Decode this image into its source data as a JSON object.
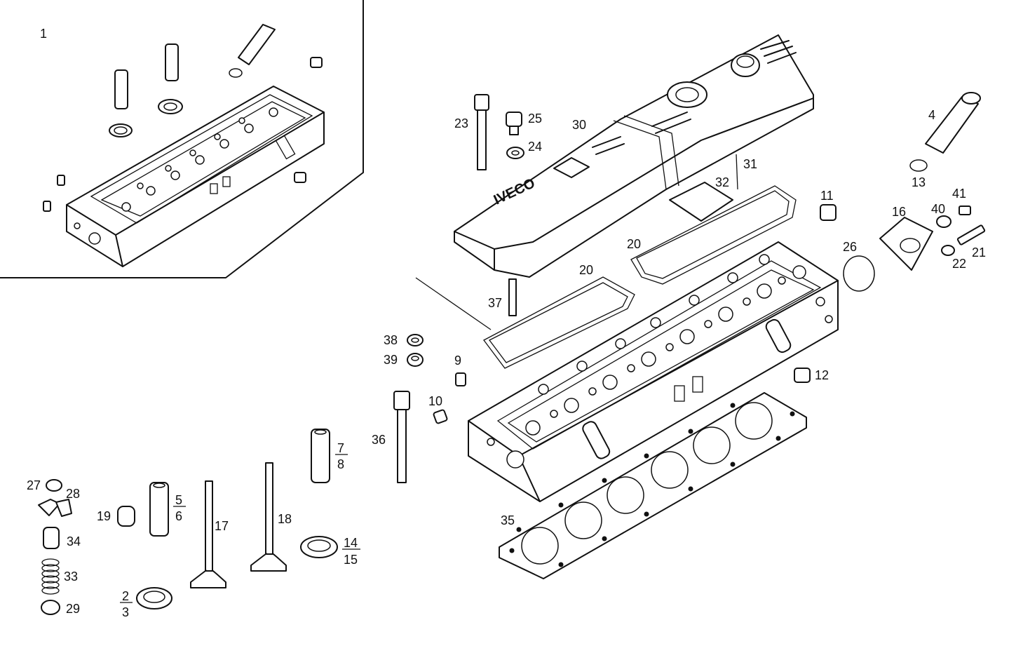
{
  "diagram": {
    "callouts": {
      "c1": "1",
      "c2": "2",
      "c3": "3",
      "c4": "4",
      "c5": "5",
      "c6": "6",
      "c7": "7",
      "c8": "8",
      "c9": "9",
      "c10": "10",
      "c11": "11",
      "c12": "12",
      "c13": "13",
      "c14": "14",
      "c15": "15",
      "c16": "16",
      "c17": "17",
      "c18": "18",
      "c19": "19",
      "c20a": "20",
      "c20b": "20",
      "c21": "21",
      "c22": "22",
      "c23": "23",
      "c24": "24",
      "c25": "25",
      "c26": "26",
      "c27": "27",
      "c28": "28",
      "c29": "29",
      "c30": "30",
      "c31": "31",
      "c32": "32",
      "c33": "33",
      "c34": "34",
      "c35": "35",
      "c36": "36",
      "c37": "37",
      "c38": "38",
      "c39": "39",
      "c40": "40",
      "c41": "41"
    },
    "cover_logo_text": "IVECO"
  }
}
